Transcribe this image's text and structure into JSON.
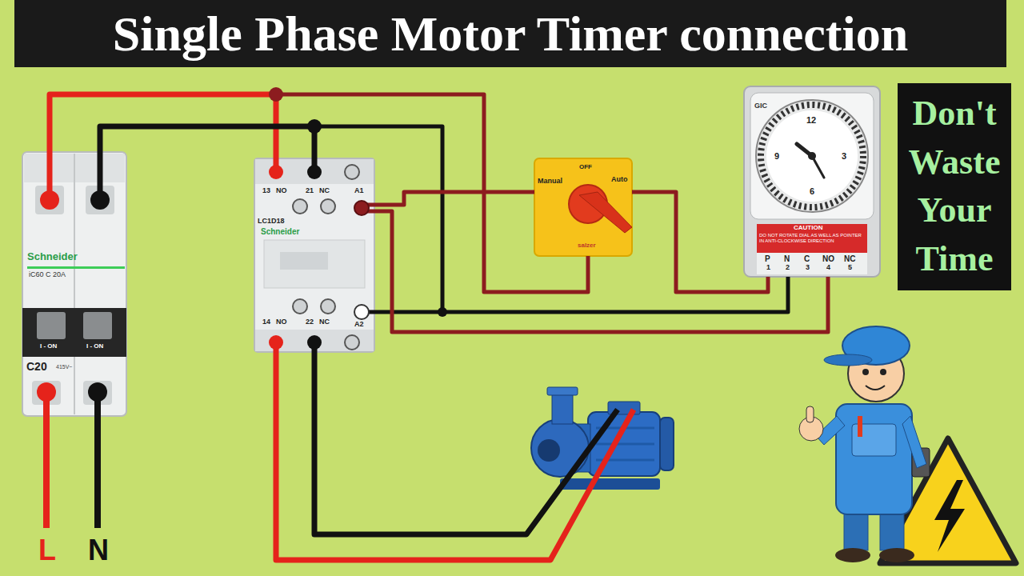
{
  "diagram": {
    "title": "Single Phase Motor Timer connection",
    "nodes": [
      {
        "text": [
          "Schneider",
          "iC60 C 20A",
          "I - ON",
          "I - ON",
          "C20",
          "415V~"
        ]
      },
      {
        "text": [
          "13",
          "NO",
          "21",
          "NC",
          "A1",
          "LC1D18",
          "Schneider",
          "14",
          "NO",
          "22",
          "NC",
          "A2"
        ]
      },
      {
        "text": [
          "Manual",
          "OFF",
          "Auto",
          "salzer"
        ]
      },
      {
        "text": [
          "GIC",
          "12",
          "3",
          "6",
          "9",
          "CAUTION",
          "DO NOT ROTATE DIAL AS WELL AS POINTER IN ANTI-CLOCKWISE DIRECTION",
          "P",
          "N",
          "C",
          "NO",
          "NC",
          "1",
          "2",
          "3",
          "4",
          "5"
        ]
      },
      {
        "text": [
          "Don't Waste Your Time"
        ]
      }
    ],
    "edges": [
      {
        "from": 0,
        "to": 1,
        "arrow": "none"
      },
      {
        "from": 0,
        "to": 1,
        "arrow": "none"
      },
      {
        "from": 0,
        "to": 2,
        "arrow": "none"
      },
      {
        "from": 0,
        "to": 3,
        "arrow": "none"
      },
      {
        "from": 2,
        "to": 1,
        "arrow": "none"
      },
      {
        "from": 2,
        "to": 3,
        "arrow": "none"
      },
      {
        "from": 3,
        "to": 1,
        "arrow": "none"
      }
    ],
    "labels": [
      "L",
      "N"
    ]
  }
}
